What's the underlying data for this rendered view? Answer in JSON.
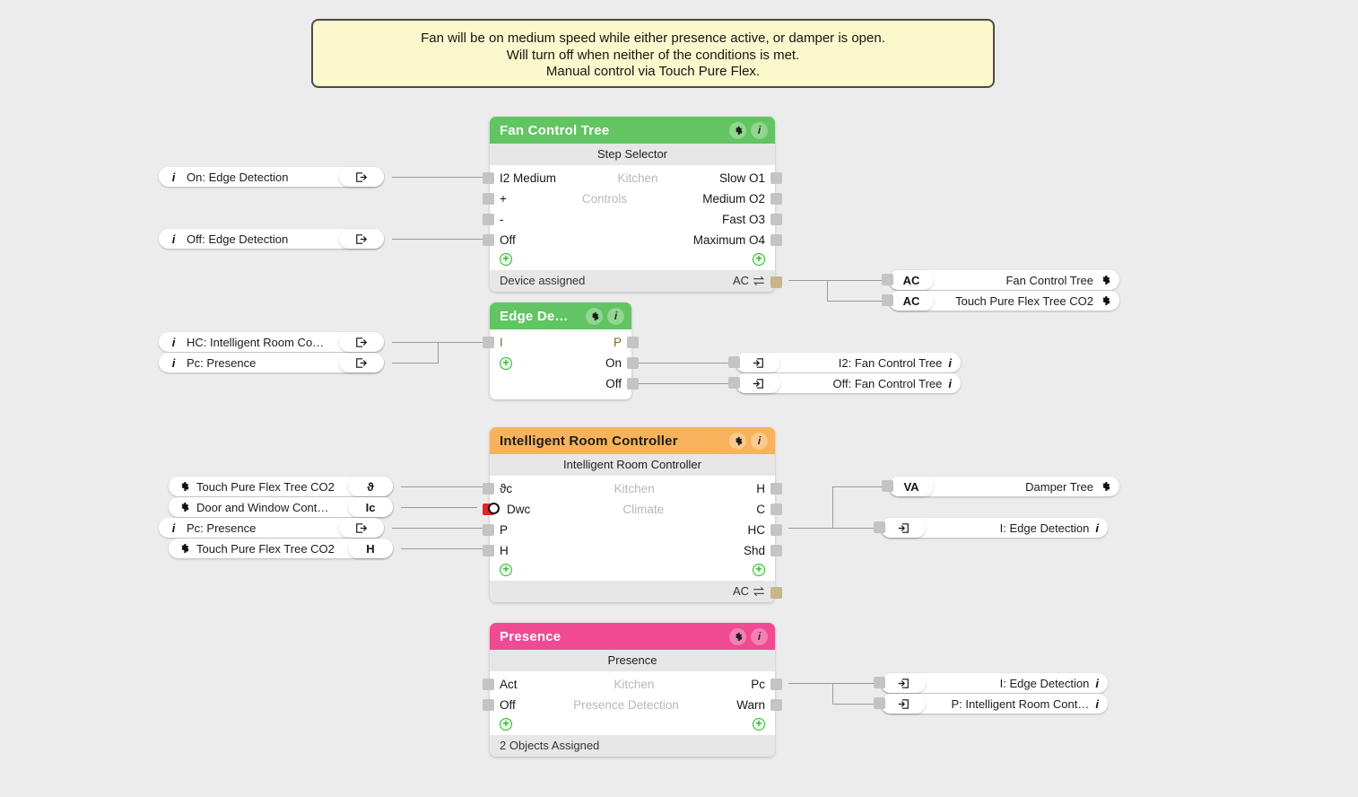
{
  "note": {
    "lines": [
      "Fan will be on medium speed while either presence active, or damper is open.",
      "Will turn off when neither of the conditions is met.",
      "Manual control via Touch Pure Flex."
    ]
  },
  "nodes": {
    "fan_control_tree": {
      "title": "Fan Control Tree",
      "header_color": "#62c462",
      "subtitle": "Step Selector",
      "center_lines": [
        "Kitchen",
        "Controls"
      ],
      "inputs": [
        "I2 Medium",
        "+",
        "-",
        "Off"
      ],
      "outputs": [
        "Slow O1",
        "Medium O2",
        "Fast O3",
        "Maximum O4"
      ],
      "footer_left": "Device assigned",
      "footer_right": "AC"
    },
    "edge_detection": {
      "title": "Edge De…",
      "header_color": "#62c462",
      "inputs": [
        "I"
      ],
      "outputs": [
        "P",
        "On",
        "Off"
      ]
    },
    "intelligent_room_controller": {
      "title": "Intelligent Room Controller",
      "header_color": "#f7b35c",
      "subtitle": "Intelligent Room Controller",
      "center_lines": [
        "Kitchen",
        "Climate"
      ],
      "inputs": [
        "ϑc",
        "Dwc",
        "P",
        "H"
      ],
      "outputs": [
        "H",
        "C",
        "HC",
        "Shd"
      ],
      "footer_right": "AC"
    },
    "presence": {
      "title": "Presence",
      "header_color": "#ef4a92",
      "subtitle": "Presence",
      "center_lines": [
        "Kitchen",
        "Presence Detection"
      ],
      "inputs": [
        "Act",
        "Off"
      ],
      "outputs": [
        "Pc",
        "Warn"
      ],
      "footer_left": "2 Objects Assigned"
    }
  },
  "chips": {
    "fan_in": [
      {
        "label": "On: Edge Detection",
        "lead": "info",
        "badge": "export"
      },
      {
        "label": "Off: Edge Detection",
        "lead": "info",
        "badge": "export"
      }
    ],
    "fan_out": [
      {
        "badge": "AC",
        "label": "Fan Control Tree",
        "trail": "gear"
      },
      {
        "badge": "AC",
        "label": "Touch Pure Flex Tree CO2",
        "trail": "gear"
      }
    ],
    "edge_in": [
      {
        "label": "HC: Intelligent Room Co…",
        "lead": "info",
        "badge": "export"
      },
      {
        "label": "Pc: Presence",
        "lead": "info",
        "badge": "export"
      }
    ],
    "edge_out": [
      {
        "badge": "import",
        "label": "I2: Fan Control Tree",
        "trail": "info"
      },
      {
        "badge": "import",
        "label": "Off: Fan Control Tree",
        "trail": "info"
      }
    ],
    "irc_in": [
      {
        "label": "Touch Pure Flex Tree CO2",
        "lead": "gear",
        "badge": "ϑ"
      },
      {
        "label": "Door and Window Cont…",
        "lead": "gear",
        "badge": "Ic"
      },
      {
        "label": "Pc: Presence",
        "lead": "info",
        "badge": "export"
      },
      {
        "label": "Touch Pure Flex Tree CO2",
        "lead": "gear",
        "badge": "H"
      }
    ],
    "irc_out": [
      {
        "badge": "VA",
        "label": "Damper Tree",
        "trail": "gear"
      },
      {
        "badge": "import",
        "label": "I: Edge Detection",
        "trail": "info"
      }
    ],
    "presence_out": [
      {
        "badge": "import",
        "label": "I: Edge Detection",
        "trail": "info"
      },
      {
        "badge": "import",
        "label": "P: Intelligent Room Cont…",
        "trail": "info"
      }
    ]
  }
}
